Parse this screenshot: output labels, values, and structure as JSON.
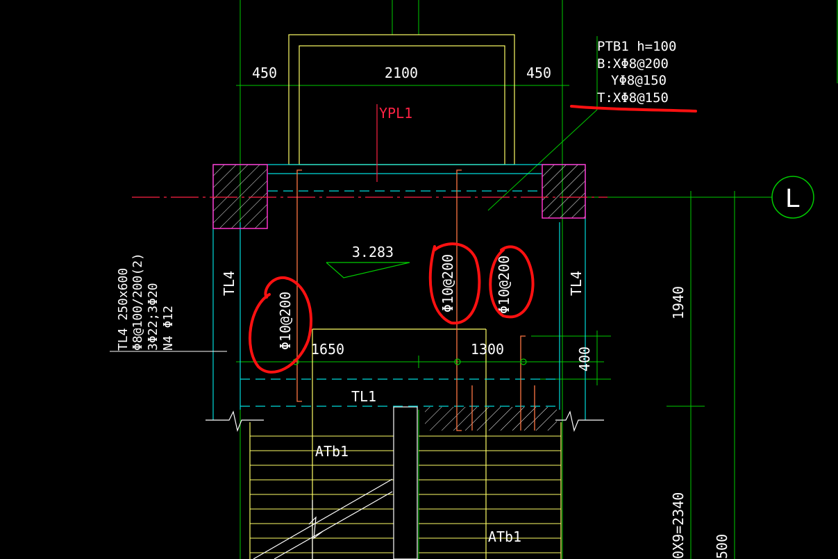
{
  "colors": {
    "background": "#000000",
    "grid_line": "#00cc00",
    "wall": "#ffff66",
    "beam": "#00dddd",
    "column_outline": "#ff33cc",
    "axis_line": "#ff2244",
    "rebar": "#ff7744",
    "markup": "#ff1111",
    "text": "#ffffff"
  },
  "dimensions": {
    "top_left": "450",
    "top_mid": "2100",
    "top_right": "450",
    "landing_left": "1650",
    "landing_right": "1300",
    "right_short": "400",
    "right_vertical": "1940",
    "bottom_vertical_a": "0X9=2340",
    "bottom_vertical_b": "500"
  },
  "labels": {
    "ypl1": "YPL1",
    "elevation": "3.283",
    "tl4_left": "TL4",
    "tl4_right": "TL4",
    "tl1": "TL1",
    "atb1_top": "ATb1",
    "atb1_bottom": "ATb1",
    "axis": "L"
  },
  "rebar_marks": {
    "left": "Φ10@200",
    "middle": "Φ10@200",
    "right": "Φ10@200"
  },
  "slab_note": {
    "line1": "PTB1   h=100",
    "line2": "B:XΦ8@200",
    "line3": "YΦ8@150",
    "line4": "T:XΦ8@150"
  },
  "beam_note": {
    "line1": "TL4 250x600",
    "line2": "Φ8@100/200(2)",
    "line3": "3Φ22;3Φ20",
    "line4": "N4 Φ12"
  }
}
